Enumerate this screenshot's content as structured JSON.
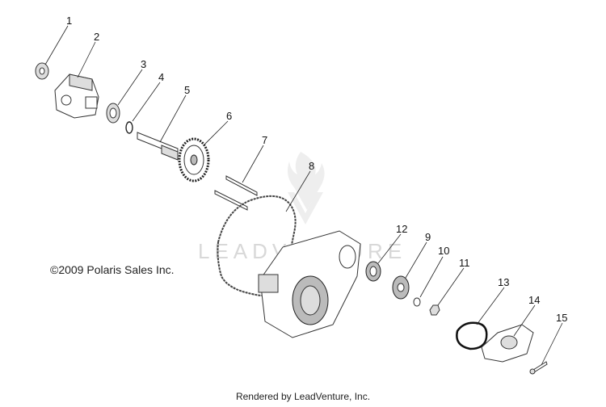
{
  "copyright": "©2009 Polaris Sales Inc.",
  "footer": "Rendered by LeadVenture, Inc.",
  "watermark": "LEADVENTURE",
  "callouts": [
    "1",
    "2",
    "3",
    "4",
    "5",
    "6",
    "7",
    "8",
    "9",
    "10",
    "11",
    "12",
    "13",
    "14",
    "15"
  ]
}
